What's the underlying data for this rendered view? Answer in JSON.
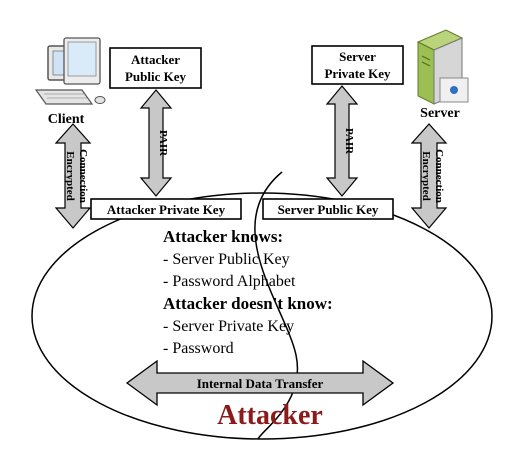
{
  "nodes": {
    "client": {
      "label": "Client"
    },
    "server": {
      "label": "Server"
    },
    "attacker_public_key": {
      "line1": "Attacker",
      "line2": "Public Key"
    },
    "server_private_key": {
      "line1": "Server",
      "line2": "Private Key"
    },
    "attacker_private_key": {
      "label": "Attacker Private Key"
    },
    "server_public_key": {
      "label": "Server Public Key"
    },
    "attacker": {
      "label": "Attacker"
    }
  },
  "arrows": {
    "pair_left": "PAIR",
    "pair_right": "PAIR",
    "encrypted_left": {
      "line1": "Encrypted",
      "line2": "Connection"
    },
    "encrypted_right": {
      "line1": "Encrypted",
      "line2": "Connection"
    },
    "internal": "Internal Data Transfer"
  },
  "knowledge": {
    "knows_title": "Attacker knows:",
    "knows": [
      "- Server Public Key",
      "- Password Alphabet"
    ],
    "doesnt_know_title": "Attacker doesn't know:",
    "doesnt_know": [
      "- Server Private Key",
      "- Password"
    ]
  },
  "colors": {
    "arrow_fill": "#c8c8c8",
    "attacker_label": "#8b1a1a",
    "line": "#000000"
  }
}
